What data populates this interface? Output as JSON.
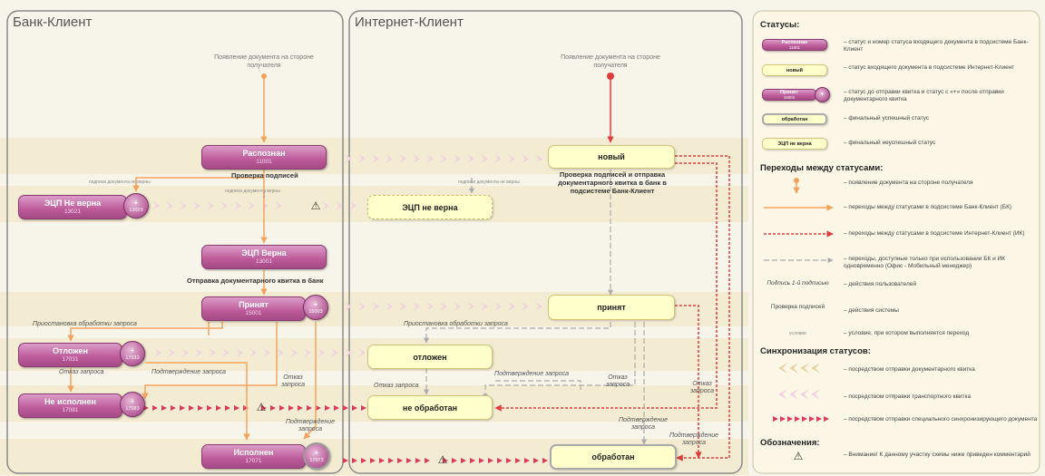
{
  "columns": {
    "bank": "Банк-Клиент",
    "internet": "Интернет-Клиент"
  },
  "events": {
    "bank_arrival": "Появление документа на стороне получателя",
    "ik_arrival": "Появление документа на стороне получателя"
  },
  "bank_statuses": [
    {
      "id": "recognized",
      "name": "Распознан",
      "code": "11001"
    },
    {
      "id": "ecp_invalid",
      "name": "ЭЦП Не верна",
      "code": "13021",
      "plus_code": "13023"
    },
    {
      "id": "ecp_valid",
      "name": "ЭЦП Верна",
      "code": "13001"
    },
    {
      "id": "accepted",
      "name": "Принят",
      "code": "15001",
      "plus_code": "15003"
    },
    {
      "id": "deferred",
      "name": "Отложен",
      "code": "17031",
      "plus_code": "17033"
    },
    {
      "id": "not_executed",
      "name": "Не исполнен",
      "code": "17081",
      "plus_code": "17083"
    },
    {
      "id": "executed",
      "name": "Исполнен",
      "code": "17071",
      "plus_code": "17073"
    }
  ],
  "plus_sign": "+",
  "ik_statuses": {
    "new": "новый",
    "ecp_invalid": "ЭЦП не верна",
    "accepted": "принят",
    "deferred": "отложен",
    "not_processed": "не обработан",
    "processed": "обработан"
  },
  "actions": {
    "check_signatures": "Проверка подписей",
    "send_receipt_bank": "Отправка документарного квитка в банк",
    "ik_check_send": "Проверка подписей и отправка документарного квитка в банк в подсистеме Банк-Клиент"
  },
  "notes": {
    "sig_invalid_1": "подписи документа не верны",
    "sig_invalid_2": "подписи документа верны",
    "sig_invalid_ik": "подписи документа не верны",
    "suspend_bank": "Приостановка обработки запроса",
    "suspend_ik": "Приостановка обработки запроса",
    "refuse_bank": "Отказ запроса",
    "confirm_bank": "Подтверждение запроса",
    "refuse_mid": "Отказ запроса",
    "refuse_ik_left": "Отказ запроса",
    "confirm_ik_mid": "Подтверждение запроса",
    "refuse_ik_right": "Отказ запроса",
    "refuse_far": "Отказ запроса",
    "confirm_exec": "Подтверждение запроса",
    "confirm_ik_bottom": "Подтверждение запроса",
    "confirm_ik_far": "Подтверждение запроса"
  },
  "warning_glyph": "⚠",
  "legend": {
    "statuses_title": "Статусы:",
    "status_items": [
      {
        "box": "Распознан",
        "box_code": "11001",
        "text": "– статус и номер статуса входящего документа в подсистеме Банк-Клиент"
      },
      {
        "box": "новый",
        "text": "– статус входящего документа в подсистеме Интернет-Клиент"
      },
      {
        "box": "Принят",
        "box_code": "15001",
        "text": "– статус до отправки квитка и статус с «+» после отправки документарного квитка"
      },
      {
        "box": "обработан",
        "text": "– финальный успешный статус"
      },
      {
        "box": "ЭЦП не верна",
        "text": "– финальный неуспешный статус"
      }
    ],
    "transitions_title": "Переходы между статусами:",
    "transition_items": [
      {
        "text": "– появление документа на стороне получателя"
      },
      {
        "text": "– переходы между статусами в подсистеме Банк-Клиент (БК)"
      },
      {
        "text": "– переходы между статусами в подсистеме Интернет-Клиент (ИК)"
      },
      {
        "text": "– переходы, доступные только при использовании БК и ИК одновременно (Офис - Мобильный менеджер)"
      },
      {
        "label": "Подпись 1-й подписью",
        "text": "– действия пользователей"
      },
      {
        "label": "Проверка подписей",
        "text": "– действия системы"
      },
      {
        "label": "условие",
        "text": "– условие, при котором выполняется переход"
      }
    ],
    "sync_title": "Синхронизация статусов:",
    "sync_items": [
      {
        "text": "– посредством отправки документарного квитка"
      },
      {
        "text": "– посредством отправки транспортного квитка"
      },
      {
        "text": "– посредством отправки специального синхронизирующего документа"
      }
    ],
    "marks_title": "Обозначения:",
    "warn_text": "– Внимание! К данному участку схемы ниже приведен комментарий"
  },
  "colors": {
    "bank_status": "#bd5a99",
    "ik_status": "#ffffcc",
    "bank_arrow": "#f5a35c",
    "ik_arrow": "#e03c3c",
    "sync_light": "#f0c8dc",
    "sync_red": "#d93a5a",
    "band": "#f4ecd2"
  }
}
